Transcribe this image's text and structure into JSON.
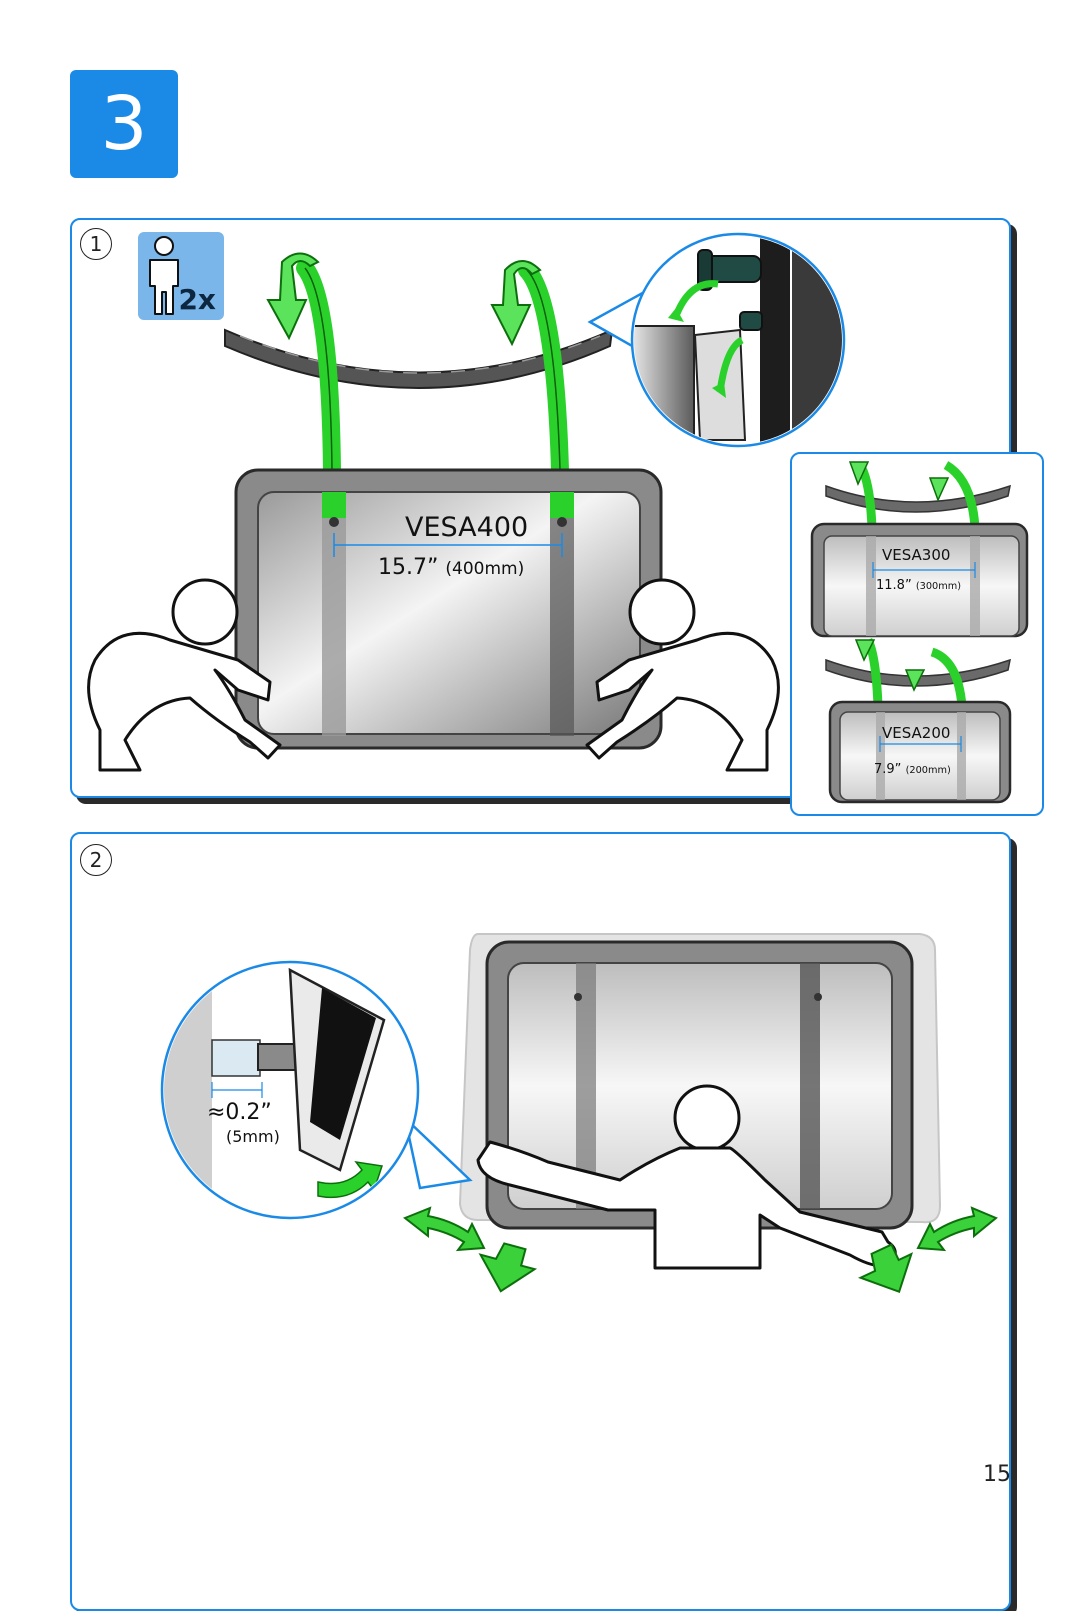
{
  "step": {
    "number": "3"
  },
  "panel1": {
    "substep": "1",
    "people_badge": {
      "icon": "person-icon",
      "count": "2x"
    },
    "main_tv": {
      "model": "VESA400",
      "dimension": "15.7”",
      "dimension_metric": "(400mm)"
    },
    "variants": [
      {
        "model": "VESA300",
        "dimension": "11.8”",
        "dimension_metric": "(300mm)"
      },
      {
        "model": "VESA200",
        "dimension": "7.9”",
        "dimension_metric": "(200mm)"
      }
    ]
  },
  "panel2": {
    "substep": "2",
    "gap": {
      "value": "≈0.2”",
      "metric": "(5mm)"
    }
  },
  "page_number": "15",
  "colors": {
    "accent": "#1a8ae6",
    "arrow_green": "#3ad13a",
    "badge_blue": "#7ab6ea"
  }
}
